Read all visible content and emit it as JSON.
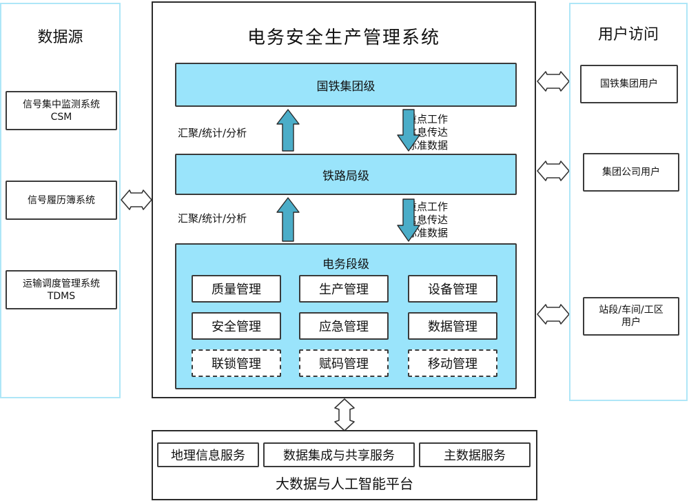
{
  "data_sources": {
    "title": "数据源",
    "items": [
      {
        "line1": "信号集中监测系统",
        "line2": "CSM"
      },
      {
        "line1": "信号履历簿系统",
        "line2": ""
      },
      {
        "line1": "运输调度管理系统",
        "line2": "TDMS"
      }
    ]
  },
  "main_system": {
    "title": "电务安全生产管理系统",
    "tier_top": "国铁集团级",
    "tier_mid": "铁路局级",
    "tier_bottom": {
      "title": "电务段级",
      "modules": [
        {
          "label": "质量管理",
          "style": "solid"
        },
        {
          "label": "生产管理",
          "style": "solid"
        },
        {
          "label": "设备管理",
          "style": "solid"
        },
        {
          "label": "安全管理",
          "style": "solid"
        },
        {
          "label": "应急管理",
          "style": "solid"
        },
        {
          "label": "数据管理",
          "style": "solid"
        },
        {
          "label": "联锁管理",
          "style": "dashed"
        },
        {
          "label": "赋码管理",
          "style": "dashed"
        },
        {
          "label": "移动管理",
          "style": "dashed"
        }
      ]
    },
    "up_label": "汇聚/统计/分析",
    "down_label": [
      "重点工作",
      "信息传达",
      "标准数据"
    ]
  },
  "user_access": {
    "title": "用户访问",
    "items": [
      {
        "line1": "国铁集团用户",
        "line2": ""
      },
      {
        "line1": "集团公司用户",
        "line2": ""
      },
      {
        "line1": "站段/车间/工区",
        "line2": "用户"
      }
    ]
  },
  "platform": {
    "title": "大数据与人工智能平台",
    "services": [
      "地理信息服务",
      "数据集成与共享服务",
      "主数据服务"
    ]
  },
  "colors": {
    "tier_fill": "#9ae4fb",
    "arrow_fill": "#4badc8",
    "panel_border": "#aee6f7",
    "box_border": "#3a3a3a"
  }
}
